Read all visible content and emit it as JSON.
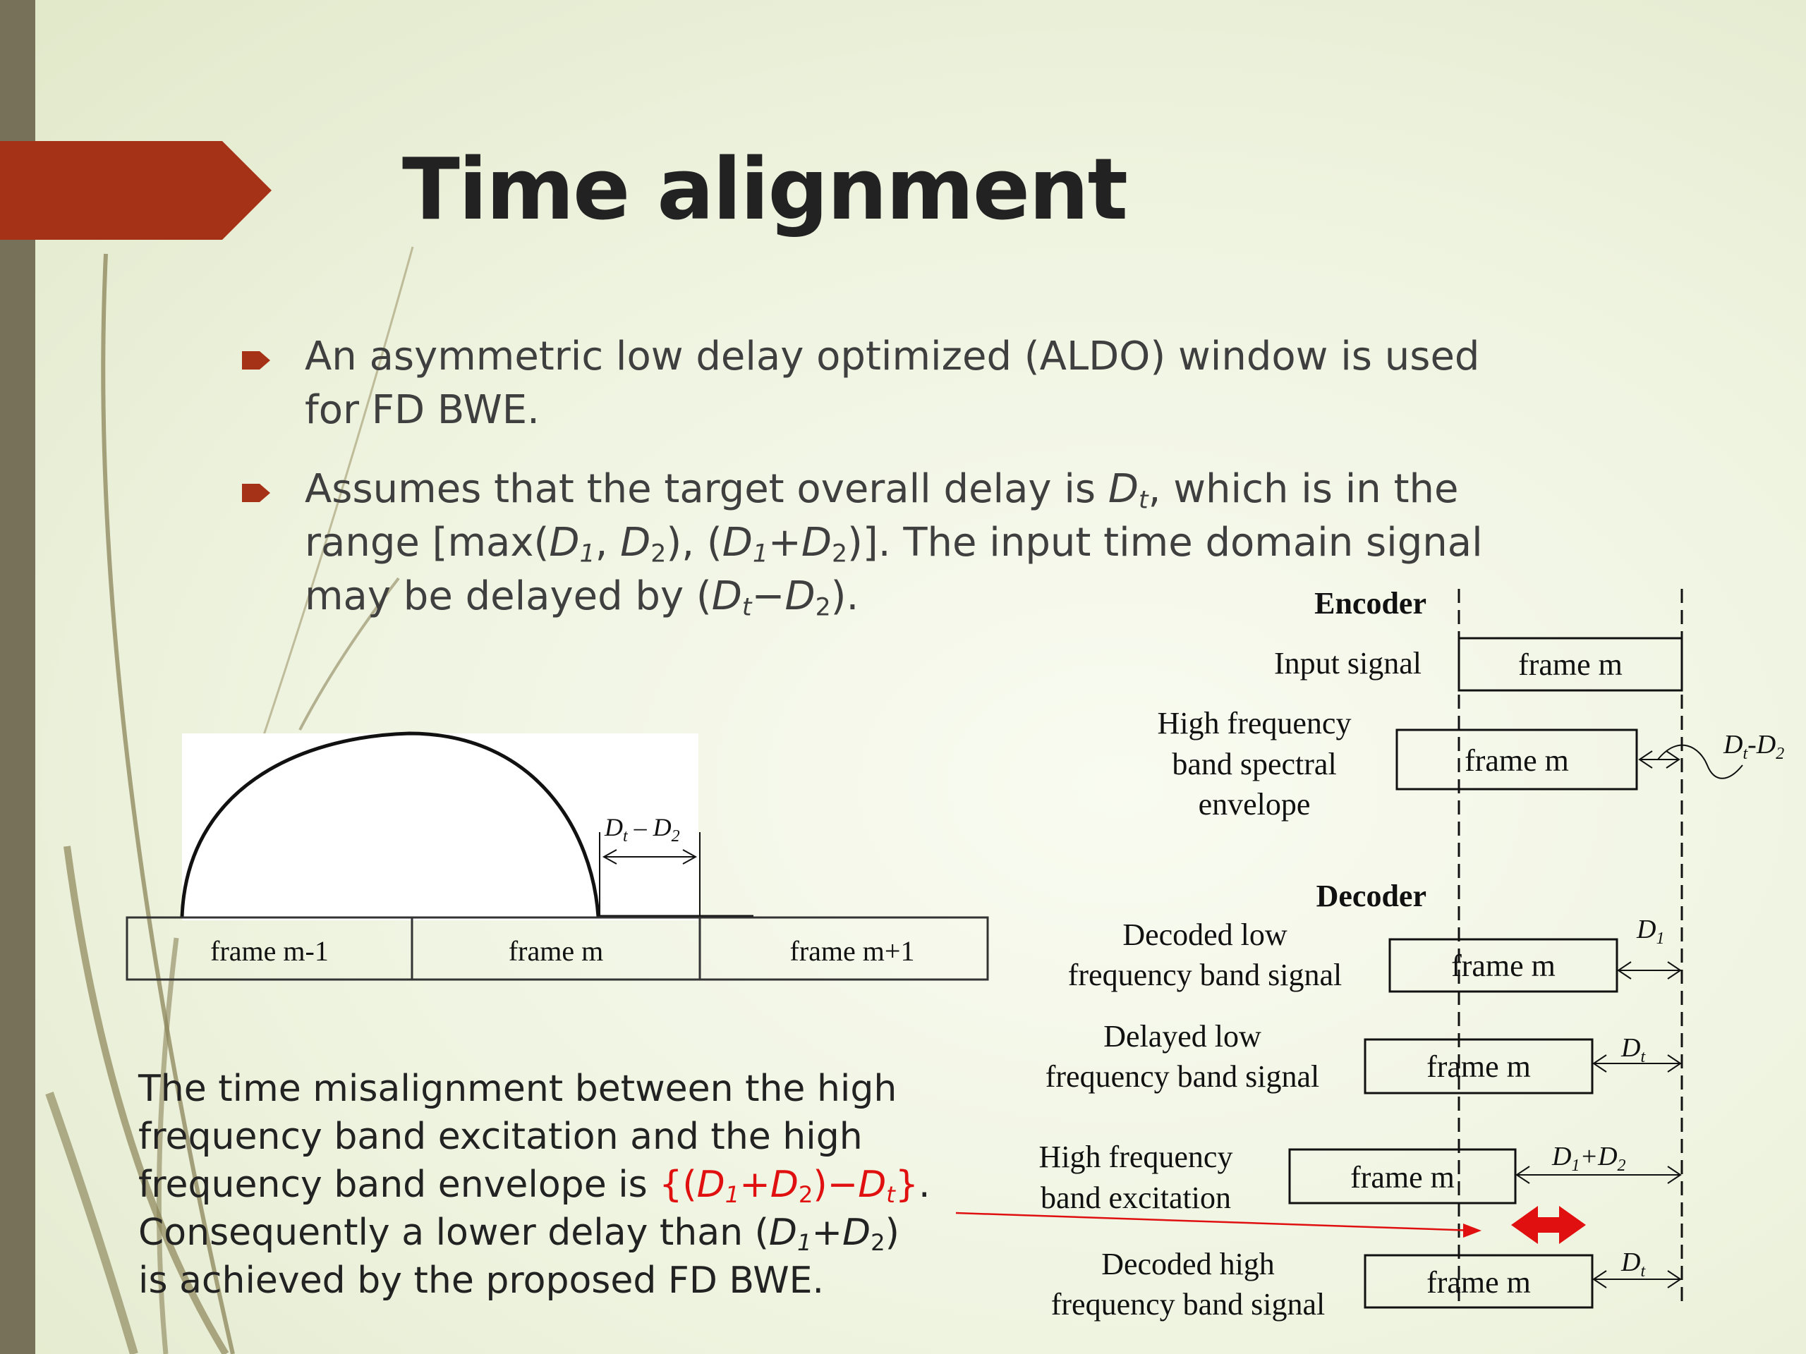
{
  "slide": {
    "title": "Time alignment",
    "bullets": [
      {
        "lines": [
          [
            {
              "t": "An asymmetric low delay optimized (ALDO) window is used"
            }
          ],
          [
            {
              "t": "for FD BWE."
            }
          ]
        ]
      },
      {
        "lines": [
          [
            {
              "t": "Assumes that the target overall delay is "
            },
            {
              "t": "D",
              "i": true
            },
            {
              "t": "t",
              "sub": true,
              "i": true
            },
            {
              "t": ", which is in the"
            }
          ],
          [
            {
              "t": "range [max("
            },
            {
              "t": "D",
              "i": true
            },
            {
              "t": "1",
              "sub": true,
              "i": true
            },
            {
              "t": ", "
            },
            {
              "t": "D",
              "i": true
            },
            {
              "t": "2",
              "sub": true
            },
            {
              "t": "), ("
            },
            {
              "t": "D",
              "i": true
            },
            {
              "t": "1",
              "sub": true,
              "i": true
            },
            {
              "t": "+"
            },
            {
              "t": "D",
              "i": true
            },
            {
              "t": "2",
              "sub": true
            },
            {
              "t": ")]. The input time domain signal"
            }
          ],
          [
            {
              "t": "may be delayed by ("
            },
            {
              "t": "D",
              "i": true
            },
            {
              "t": "t",
              "sub": true,
              "i": true
            },
            {
              "t": "−"
            },
            {
              "t": "D",
              "i": true
            },
            {
              "t": "2",
              "sub": true
            },
            {
              "t": ")."
            }
          ]
        ]
      }
    ],
    "bottom_text": {
      "lines": [
        [
          {
            "t": "The time misalignment between the high"
          }
        ],
        [
          {
            "t": "frequency band excitation and the high"
          }
        ],
        [
          {
            "t": "frequency band envelope is "
          },
          {
            "t": "{(",
            "red": true
          },
          {
            "t": "D",
            "i": true,
            "red": true
          },
          {
            "t": "1",
            "sub": true,
            "i": true,
            "red": true
          },
          {
            "t": "+",
            "red": true
          },
          {
            "t": "D",
            "i": true,
            "red": true
          },
          {
            "t": "2",
            "sub": true,
            "red": true
          },
          {
            "t": ")−",
            "red": true
          },
          {
            "t": "D",
            "i": true,
            "red": true
          },
          {
            "t": "t",
            "sub": true,
            "i": true,
            "red": true
          },
          {
            "t": "}",
            "red": true
          },
          {
            "t": "."
          }
        ],
        [
          {
            "t": "Consequently a lower delay than ("
          },
          {
            "t": "D",
            "i": true
          },
          {
            "t": "1",
            "sub": true,
            "i": true
          },
          {
            "t": "+"
          },
          {
            "t": "D",
            "i": true
          },
          {
            "t": "2",
            "sub": true
          },
          {
            "t": ")"
          }
        ],
        [
          {
            "t": "is achieved by the proposed FD BWE."
          }
        ]
      ]
    }
  },
  "window_diagram": {
    "frames": [
      "frame m-1",
      "frame m",
      "frame m+1"
    ],
    "delay_label": {
      "main": "D",
      "sub1": "t",
      "mid": " – D",
      "sub2": "2"
    }
  },
  "timing_diagram": {
    "encoder_heading": "Encoder",
    "decoder_heading": "Decoder",
    "frame_label": "frame m",
    "rows": [
      {
        "id": "input-signal",
        "label_lines": [
          "Input signal"
        ]
      },
      {
        "id": "hf-envelope",
        "label_lines": [
          "High frequency",
          "band spectral",
          "envelope"
        ],
        "delay": {
          "main": "D",
          "sub": "t",
          "rest": "-D",
          "sub2": "2"
        }
      },
      {
        "id": "decoded-low",
        "label_lines": [
          "Decoded low",
          "frequency band signal"
        ],
        "delay": {
          "main": "D",
          "sub": "1"
        }
      },
      {
        "id": "delayed-low",
        "label_lines": [
          "Delayed low",
          "frequency band signal"
        ],
        "delay": {
          "main": "D",
          "sub": "t"
        }
      },
      {
        "id": "hf-excitation",
        "label_lines": [
          "High frequency",
          "band excitation"
        ],
        "delay": {
          "main": "D",
          "sub": "1",
          "rest": "+D",
          "sub2": "2"
        }
      },
      {
        "id": "decoded-high",
        "label_lines": [
          "Decoded high",
          "frequency band signal"
        ],
        "delay": {
          "main": "D",
          "sub": "t"
        }
      }
    ]
  },
  "colors": {
    "accent": "#a53217",
    "strip": "#77715a",
    "highlight": "#e01010"
  }
}
